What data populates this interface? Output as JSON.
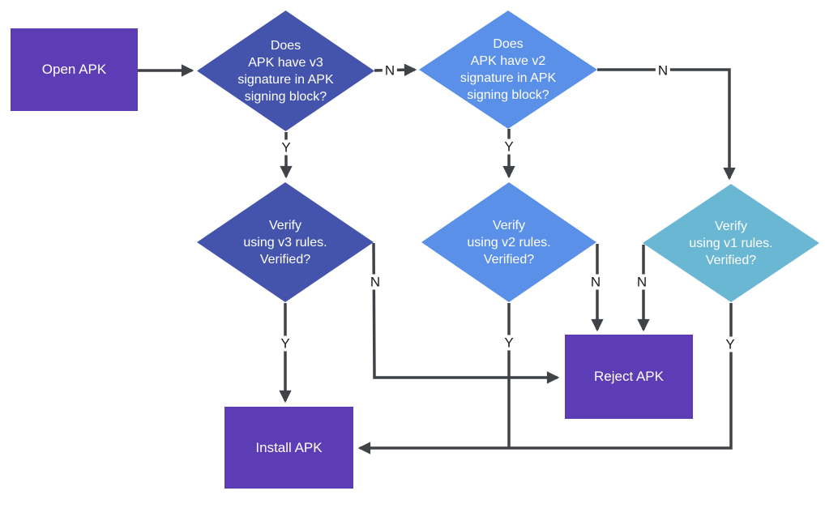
{
  "diagram": {
    "type": "flowchart",
    "background_color": "#ffffff",
    "arrow_color": "#3F4347",
    "edge_label_color": "#1a1a1a",
    "node_colors": {
      "terminal_purple": "#5C3DB5",
      "v3_indigo": "#4454AC",
      "v2_blue": "#5B90E8",
      "v1_teal": "#6AB7D3"
    },
    "nodes": {
      "open_apk": {
        "label": "Open APK",
        "shape": "rect",
        "color": "#5C3DB5"
      },
      "q_v3": {
        "label": "Does\nAPK have v3\nsignature in APK\nsigning block?",
        "shape": "diamond",
        "color": "#4454AC"
      },
      "q_v2": {
        "label": "Does\nAPK have v2\nsignature in APK\nsigning block?",
        "shape": "diamond",
        "color": "#5B90E8"
      },
      "verify_v3": {
        "label": "Verify\nusing v3 rules.\nVerified?",
        "shape": "diamond",
        "color": "#4454AC"
      },
      "verify_v2": {
        "label": "Verify\nusing v2 rules.\nVerified?",
        "shape": "diamond",
        "color": "#5B90E8"
      },
      "verify_v1": {
        "label": "Verify\nusing v1 rules.\nVerified?",
        "shape": "diamond",
        "color": "#6AB7D3"
      },
      "reject_apk": {
        "label": "Reject APK",
        "shape": "rect",
        "color": "#5C3DB5"
      },
      "install_apk": {
        "label": "Install APK",
        "shape": "rect",
        "color": "#5C3DB5"
      }
    },
    "edges": {
      "open_to_qv3": {
        "from": "open_apk",
        "to": "q_v3",
        "label": ""
      },
      "qv3_no": {
        "from": "q_v3",
        "to": "q_v2",
        "label": "N"
      },
      "qv3_yes": {
        "from": "q_v3",
        "to": "verify_v3",
        "label": "Y"
      },
      "qv2_no": {
        "from": "q_v2",
        "to": "verify_v1",
        "label": "N"
      },
      "qv2_yes": {
        "from": "q_v2",
        "to": "verify_v2",
        "label": "Y"
      },
      "v3_no": {
        "from": "verify_v3",
        "to": "reject_apk",
        "label": "N"
      },
      "v3_yes": {
        "from": "verify_v3",
        "to": "install_apk",
        "label": "Y"
      },
      "v2_no": {
        "from": "verify_v2",
        "to": "reject_apk",
        "label": "N"
      },
      "v2_yes": {
        "from": "verify_v2",
        "to": "install_apk",
        "label": "Y"
      },
      "v1_no": {
        "from": "verify_v1",
        "to": "reject_apk",
        "label": "N"
      },
      "v1_yes": {
        "from": "verify_v1",
        "to": "install_apk",
        "label": "Y"
      }
    }
  }
}
